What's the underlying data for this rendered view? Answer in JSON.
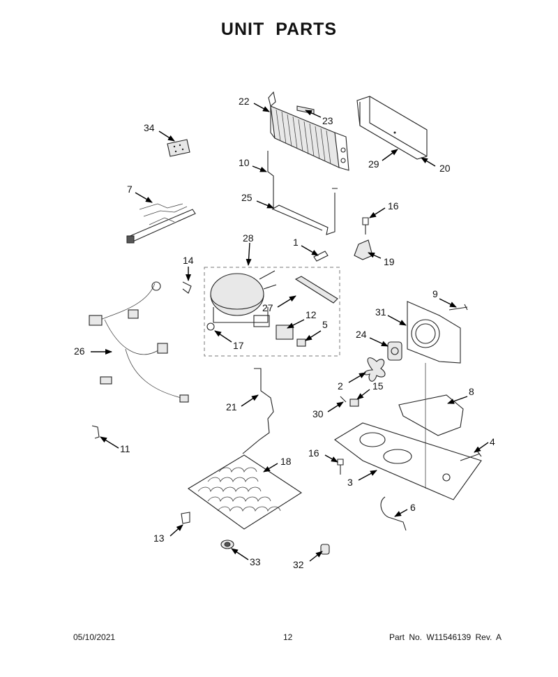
{
  "title": "UNIT PARTS",
  "footer": {
    "date": "05/10/2021",
    "page": "12",
    "part_number": "Part No.  W11546139  Rev.  A"
  },
  "callouts": [
    {
      "id": "c22",
      "label": "22"
    },
    {
      "id": "c23",
      "label": "23"
    },
    {
      "id": "c34",
      "label": "34"
    },
    {
      "id": "c29",
      "label": "29"
    },
    {
      "id": "c20",
      "label": "20"
    },
    {
      "id": "c10",
      "label": "10"
    },
    {
      "id": "c7",
      "label": "7"
    },
    {
      "id": "c25",
      "label": "25"
    },
    {
      "id": "c16a",
      "label": "16"
    },
    {
      "id": "c28",
      "label": "28"
    },
    {
      "id": "c1",
      "label": "1"
    },
    {
      "id": "c19",
      "label": "19"
    },
    {
      "id": "c14",
      "label": "14"
    },
    {
      "id": "c9",
      "label": "9"
    },
    {
      "id": "c27",
      "label": "27"
    },
    {
      "id": "c31",
      "label": "31"
    },
    {
      "id": "c12",
      "label": "12"
    },
    {
      "id": "c5",
      "label": "5"
    },
    {
      "id": "c24",
      "label": "24"
    },
    {
      "id": "c26",
      "label": "26"
    },
    {
      "id": "c17",
      "label": "17"
    },
    {
      "id": "c2",
      "label": "2"
    },
    {
      "id": "c15",
      "label": "15"
    },
    {
      "id": "c8",
      "label": "8"
    },
    {
      "id": "c21",
      "label": "21"
    },
    {
      "id": "c30",
      "label": "30"
    },
    {
      "id": "c11",
      "label": "11"
    },
    {
      "id": "c4",
      "label": "4"
    },
    {
      "id": "c16b",
      "label": "16"
    },
    {
      "id": "c18",
      "label": "18"
    },
    {
      "id": "c3",
      "label": "3"
    },
    {
      "id": "c6",
      "label": "6"
    },
    {
      "id": "c13",
      "label": "13"
    },
    {
      "id": "c33",
      "label": "33"
    },
    {
      "id": "c32",
      "label": "32"
    }
  ]
}
